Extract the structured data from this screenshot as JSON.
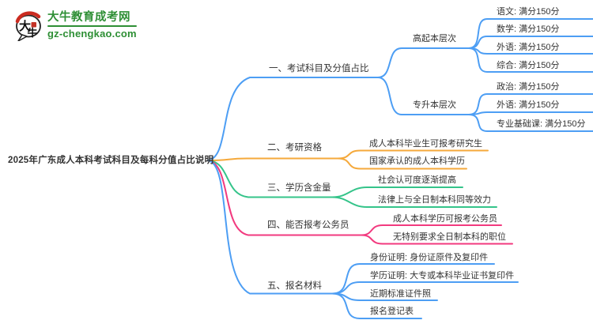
{
  "logo": {
    "site_name": "大牛教育成考网",
    "site_domain": "gz-chengkao.com",
    "icon_char_top": "大",
    "icon_char_bottom": "牛",
    "brand_color": "#2E8F35"
  },
  "mindmap": {
    "palette": {
      "blue": "#4D9EF4",
      "orange": "#F5A93B",
      "green": "#35C48A",
      "pink": "#F23A7F",
      "text": "#333333"
    },
    "root": {
      "label": "2025年广东成人本科考试科目及每科分值占比说明"
    },
    "branches": [
      {
        "label": "一、考试科目及分值占比",
        "color": "#4D9EF4",
        "children": [
          {
            "label": "高起本层次",
            "children": [
              {
                "label": "语文: 满分150分"
              },
              {
                "label": "数学: 满分150分"
              },
              {
                "label": "外语: 满分150分"
              },
              {
                "label": "综合: 满分150分"
              }
            ]
          },
          {
            "label": "专升本层次",
            "children": [
              {
                "label": "政治: 满分150分"
              },
              {
                "label": "外语: 满分150分"
              },
              {
                "label": "专业基础课: 满分150分"
              }
            ]
          }
        ]
      },
      {
        "label": "二、考研资格",
        "color": "#F5A93B",
        "children": [
          {
            "label": "成人本科毕业生可报考研究生"
          },
          {
            "label": "国家承认的成人本科学历"
          }
        ]
      },
      {
        "label": "三、学历含金量",
        "color": "#35C48A",
        "children": [
          {
            "label": "社会认可度逐渐提高"
          },
          {
            "label": "法律上与全日制本科同等效力"
          }
        ]
      },
      {
        "label": "四、能否报考公务员",
        "color": "#F23A7F",
        "children": [
          {
            "label": "成人本科学历可报考公务员"
          },
          {
            "label": "无特别要求全日制本科的职位"
          }
        ]
      },
      {
        "label": "五、报名材料",
        "color": "#4D9EF4",
        "children": [
          {
            "label": "身份证明: 身份证原件及复印件"
          },
          {
            "label": "学历证明: 大专或本科毕业证书复印件"
          },
          {
            "label": "近期标准证件照"
          },
          {
            "label": "报名登记表"
          }
        ]
      }
    ]
  }
}
